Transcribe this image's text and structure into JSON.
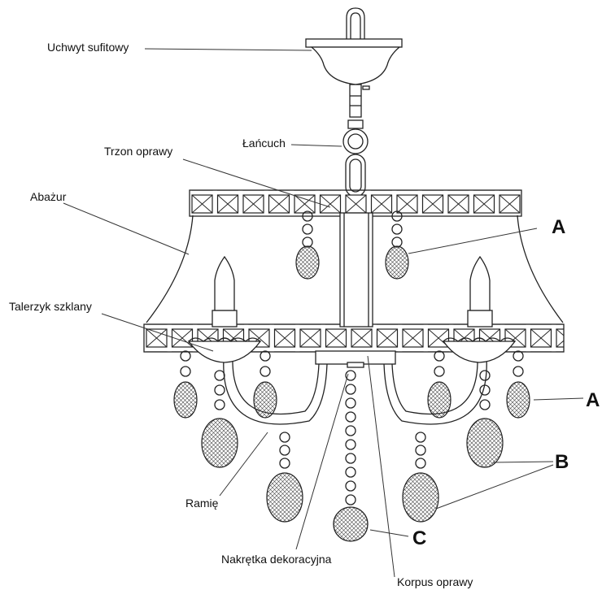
{
  "labels": {
    "ceiling_mount": "Uchwyt sufitowy",
    "chain": "Łańcuch",
    "stem": "Trzon oprawy",
    "shade": "Abażur",
    "glass_plate": "Talerzyk szklany",
    "arm": "Ramię",
    "decorative_nut": "Nakrętka dekoracyjna",
    "body": "Korpus oprawy"
  },
  "crystal_codes": {
    "a_upper": "A",
    "a_lower": "A",
    "b": "B",
    "c": "C"
  },
  "colors": {
    "line": "#222222",
    "background": "#ffffff"
  }
}
